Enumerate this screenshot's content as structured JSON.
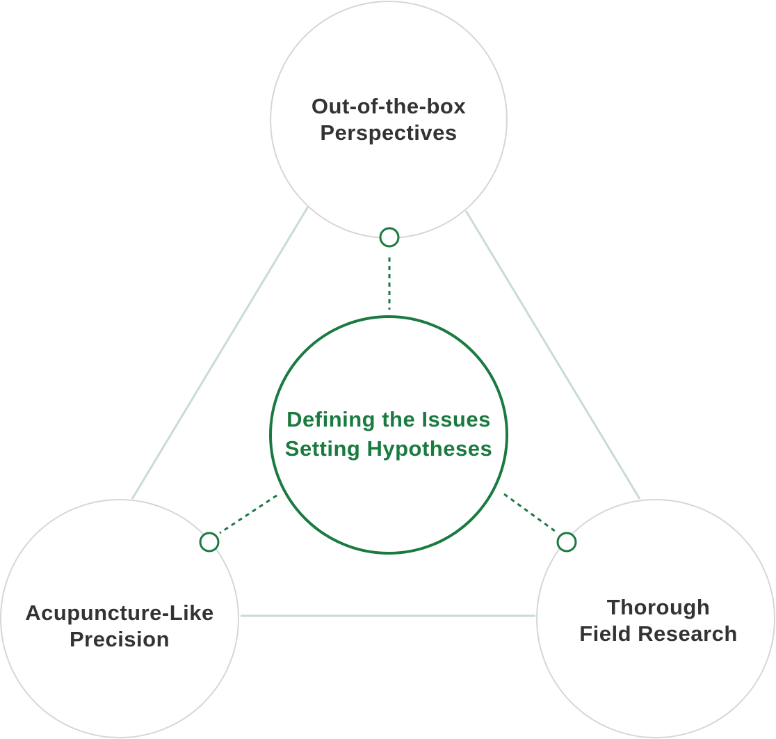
{
  "colors": {
    "outer_stroke": "#d6d6d6",
    "connector": "#c9dccf",
    "accent": "#1a7a40",
    "outer_text": "#333333",
    "background": "#ffffff"
  },
  "nodes": {
    "top": {
      "line1": "Out-of-the-box",
      "line2": "Perspectives"
    },
    "left": {
      "line1": "Acupuncture-Like",
      "line2": "Precision"
    },
    "right": {
      "line1": "Thorough",
      "line2": "Field Research"
    },
    "center": {
      "line1": "Defining the Issues",
      "line2": "Setting Hypotheses"
    }
  }
}
